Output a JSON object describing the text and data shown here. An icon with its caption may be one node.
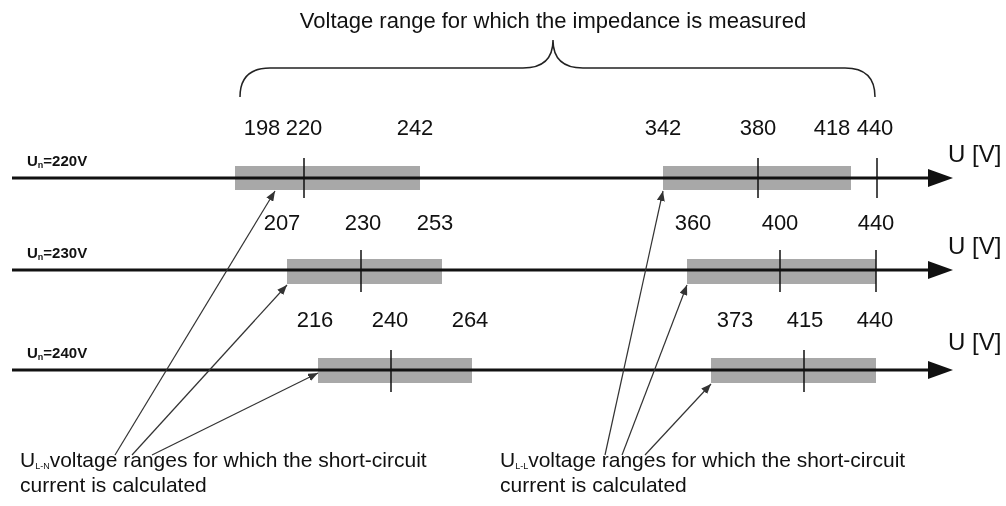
{
  "diagram": {
    "nodes": [
      {
        "text": [
          "U$_{L-N}$voltage ranges for which the short-circuit current is calculated"
        ]
      },
      {
        "text": [
          "U$_{L-L}$voltage ranges for which the short-circuit current is calculated"
        ]
      },
      {
        "text": [],
        "shape": "bar"
      },
      {
        "text": [],
        "shape": "bar"
      },
      {
        "text": [],
        "shape": "bar"
      },
      {
        "text": [],
        "shape": "bar"
      },
      {
        "text": [],
        "shape": "bar"
      },
      {
        "text": [],
        "shape": "bar"
      }
    ],
    "edges": [
      {
        "from": 0,
        "to": 2,
        "arrow": "to"
      },
      {
        "from": 0,
        "to": 4,
        "arrow": "to"
      },
      {
        "from": 0,
        "to": 6,
        "arrow": "to"
      },
      {
        "from": 1,
        "to": 3,
        "arrow": "to"
      },
      {
        "from": 1,
        "to": 5,
        "arrow": "to"
      },
      {
        "from": 1,
        "to": 7,
        "arrow": "to"
      }
    ],
    "labels": [
      "Voltage range for which the impedance is measured",
      "U$_{n}$=220V",
      "198",
      "220",
      "242",
      "342",
      "380",
      "418",
      "440",
      "U [V]",
      "U$_{n}$=230V",
      "207",
      "230",
      "253",
      "360",
      "400",
      "440",
      "U [V]",
      "U$_{n}$=240V",
      "216",
      "240",
      "264",
      "373",
      "415",
      "440",
      "U [V]"
    ]
  }
}
